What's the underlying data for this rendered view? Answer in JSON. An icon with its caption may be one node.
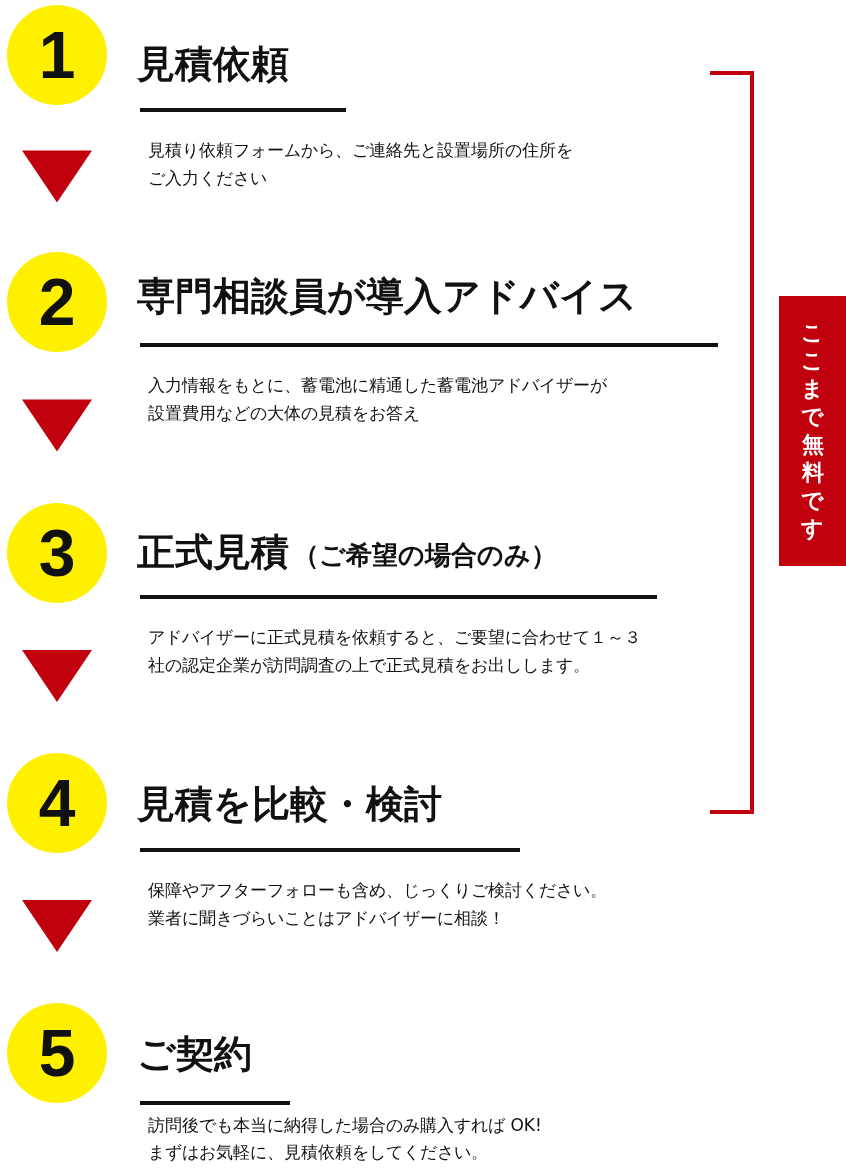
{
  "diagram": {
    "nodes": [
      {
        "text": [
          "1"
        ],
        "beside": [
          "見積依頼",
          "見積り依頼フォームから、ご連絡先と設置場所の住所をご入力ください"
        ]
      },
      {
        "text": [
          "2"
        ],
        "beside": [
          "専門相談員が導入アドバイス",
          "入力情報をもとに、蓄電池に精通した蓄電池アドバイザーが設置費用などの大体の見積をお答え"
        ]
      },
      {
        "text": [
          "3"
        ],
        "beside": [
          "正式見積",
          "（ご希望の場合のみ）",
          "アドバイザーに正式見積を依頼すると、ご要望に合わせて１～３社の認定企業が訪問調査の上で正式見積をお出しします。"
        ]
      },
      {
        "text": [
          "4"
        ],
        "beside": [
          "見積を比較・検討",
          "保障やアフターフォローも含め、じっくりご検討ください。業者に聞きづらいことはアドバイザーに相談！"
        ]
      },
      {
        "text": [
          "5"
        ],
        "beside": [
          "ご契約",
          "訪問後でも本当に納得した場合のみ購入すれば OK! まずはお気軽に、見積依頼をしてください。"
        ]
      },
      {
        "text": [
          "ここまで無料です"
        ]
      }
    ],
    "edges": [
      {
        "from": 0,
        "to": 1,
        "arrow": "to"
      },
      {
        "from": 1,
        "to": 2,
        "arrow": "to"
      },
      {
        "from": 2,
        "to": 3,
        "arrow": "to"
      },
      {
        "from": 3,
        "to": 4,
        "arrow": "to"
      }
    ]
  }
}
